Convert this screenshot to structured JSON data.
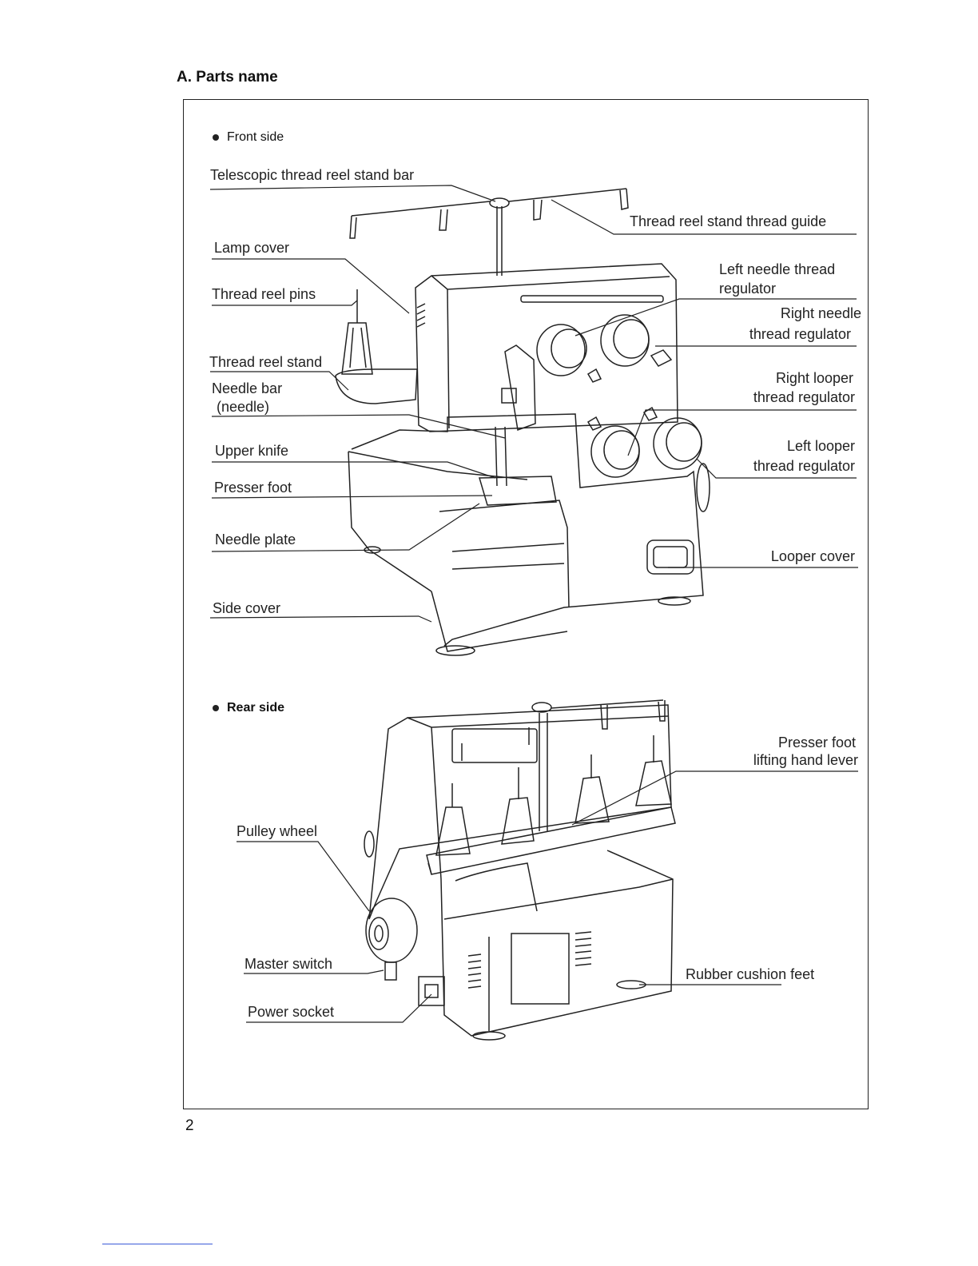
{
  "section_title": "A. Parts name",
  "page_number": "2",
  "front": {
    "heading": "Front side",
    "labels": {
      "telescopic": "Telescopic thread reel stand bar",
      "thread_guide": "Thread reel stand thread guide",
      "lamp_cover": "Lamp cover",
      "reel_pins": "Thread reel pins",
      "reel_stand": "Thread reel stand",
      "needle_bar_1": "Needle bar",
      "needle_bar_2": "(needle)",
      "upper_knife": "Upper knife",
      "presser_foot": "Presser foot",
      "needle_plate": "Needle plate",
      "side_cover": "Side cover",
      "left_needle_1": "Left needle thread",
      "left_needle_2": "regulator",
      "right_needle_1": "Right needle",
      "right_needle_2": "thread regulator",
      "right_looper_1": "Right looper",
      "right_looper_2": "thread regulator",
      "left_looper_1": "Left looper",
      "left_looper_2": "thread regulator",
      "looper_cover": "Looper cover"
    }
  },
  "rear": {
    "heading": "Rear side",
    "labels": {
      "lever_1": "Presser foot",
      "lever_2": "lifting hand lever",
      "pulley": "Pulley wheel",
      "master": "Master switch",
      "power": "Power socket",
      "feet": "Rubber cushion feet"
    }
  }
}
